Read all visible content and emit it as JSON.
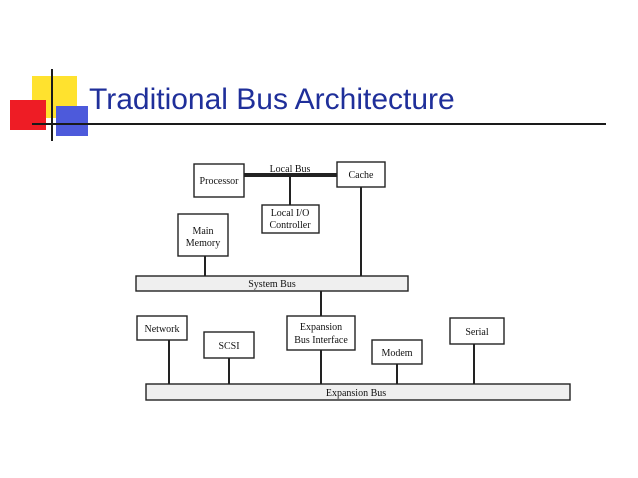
{
  "slide": {
    "title": "Traditional Bus Architecture",
    "accent_colors": {
      "title": "#1f2f9a",
      "logo_yellow": "#ffe22e",
      "logo_red": "#ee1c25",
      "logo_blue": "#4d5adb"
    }
  },
  "diagram": {
    "processor": "Processor",
    "local_bus": "Local Bus",
    "cache": "Cache",
    "local_io_line1": "Local I/O",
    "local_io_line2": "Controller",
    "main_memory_line1": "Main",
    "main_memory_line2": "Memory",
    "system_bus": "System Bus",
    "network": "Network",
    "scsi": "SCSI",
    "expansion_iface_line1": "Expansion",
    "expansion_iface_line2": "Bus Interface",
    "modem": "Modem",
    "serial": "Serial",
    "expansion_bus": "Expansion Bus"
  }
}
